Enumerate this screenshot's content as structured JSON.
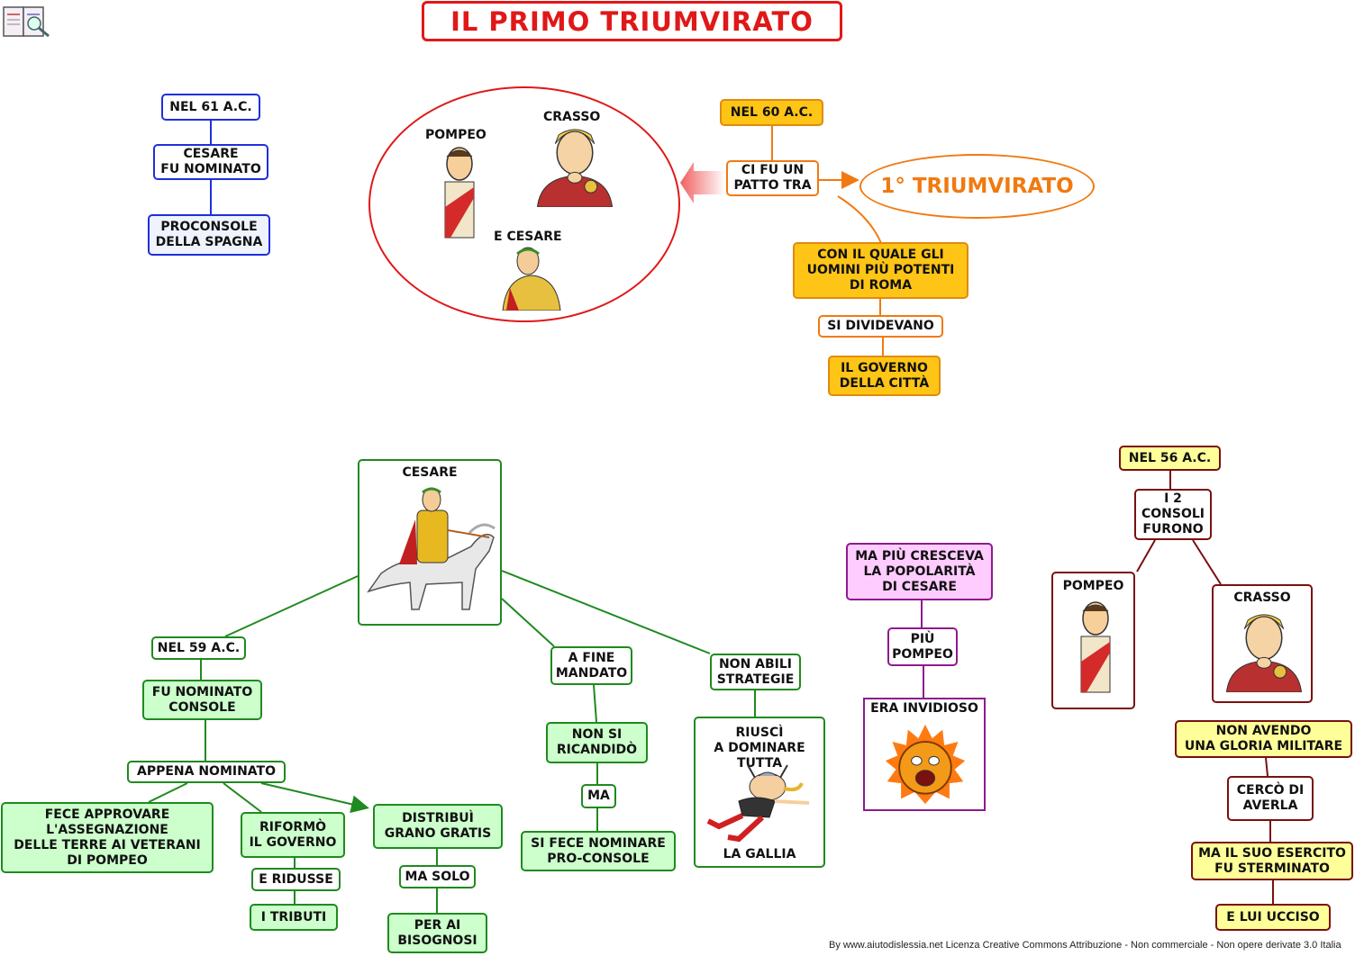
{
  "title": "IL PRIMO TRIUMVIRATO",
  "footer": "By www.aiutodislessia.net Licenza Creative Commons Attribuzione - Non commerciale - Non opere derivate 3.0 Italia",
  "colors": {
    "title_red": "#e01818",
    "orange": "#f07a10",
    "orange_fill": "#ffc516",
    "green_fill": "#ccffcc",
    "purple_fill": "#ffccff",
    "yellow_fill": "#ffff99",
    "blue": "#1f2fdc"
  },
  "block61": {
    "year": "NEL 61 A.C.",
    "event": "CESARE\nFU NOMINATO",
    "result": "PROCONSOLE\nDELLA SPAGNA"
  },
  "triumvirs": {
    "pompeo": "POMPEO",
    "crasso": "CRASSO",
    "cesare": "E CESARE"
  },
  "block60": {
    "year": "NEL 60 A.C.",
    "pact": "CI FU  UN\nPATTO TRA",
    "triumvirate": "1° TRIUMVIRATO",
    "powerful": "CON IL QUALE GLI\nUOMINI PIÙ POTENTI\nDI ROMA",
    "divided": "SI DIVIDEVANO",
    "government": "IL GOVERNO\n DELLA CITTÀ"
  },
  "cesare_block": {
    "title": "CESARE",
    "year59": "NEL 59 A.C.",
    "consul": "FU NOMINATO\nCONSOLE",
    "appena": "APPENA NOMINATO",
    "approve": "FECE APPROVARE\nL'ASSEGNAZIONE\nDELLE TERRE AI VETERANI\nDI POMPEO",
    "reform": "RIFORMÒ\nIL GOVERNO",
    "reduced": "E RIDUSSE",
    "tributes": "I TRIBUTI",
    "grain": "DISTRIBUÌ\nGRANO GRATIS",
    "only": "MA SOLO",
    "needy": "PER AI\nBISOGNOSI",
    "end_mandate": "A FINE\nMANDATO",
    "not_reelected": "NON SI\nRICANDIDÒ",
    "ma": "MA",
    "proconsul": "SI FECE NOMINARE\nPRO-CONSOLE",
    "strategies": "NON ABILI\nSTRATEGIE",
    "dominate": "RIUSCÌ\nA DOMINARE\nTUTTA",
    "gaul": "LA GALLIA"
  },
  "pompeo_block": {
    "popularity": "MA PIÙ CRESCEVA\nLA POPOLARITÀ\nDI CESARE",
    "more_pompeo": "PIÙ\nPOMPEO",
    "envious": "ERA INVIDIOSO"
  },
  "block56": {
    "year": "NEL 56 A.C.",
    "consuls": "I 2\nCONSOLI\nFURONO",
    "pompeo": "POMPEO",
    "crasso": "CRASSO",
    "no_glory": "NON AVENDO\nUNA GLORIA MILITARE",
    "sought": "CERCÒ DI\nAVERLA",
    "army": "MA IL SUO ESERCITO\nFU  STERMINATO",
    "killed": "E LUI UCCISO"
  }
}
